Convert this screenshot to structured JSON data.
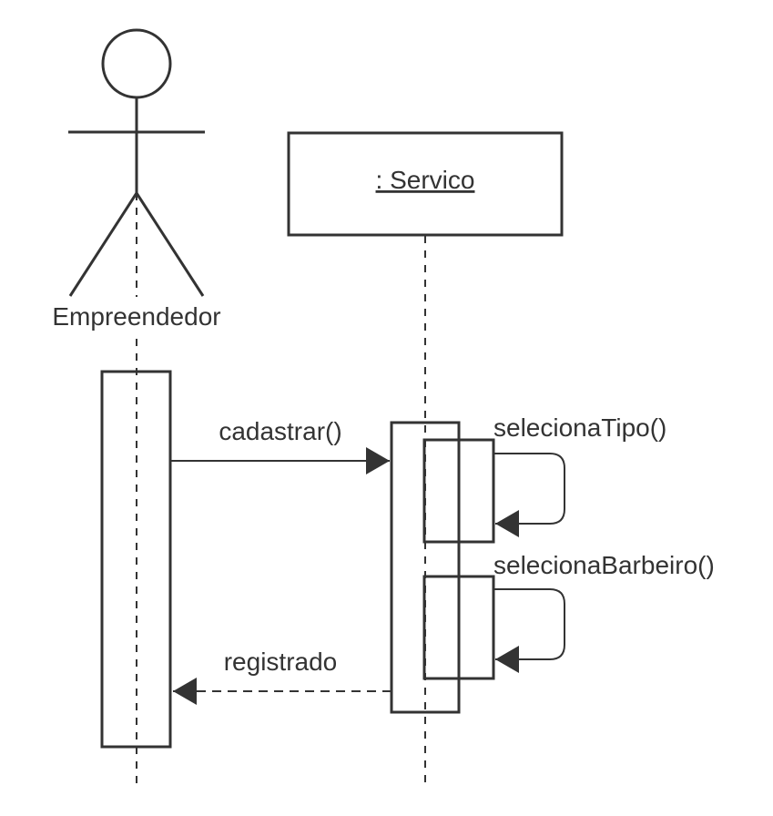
{
  "actor": {
    "name": "Empreendedor"
  },
  "object": {
    "label": ": Servico"
  },
  "messages": [
    {
      "label": "cadastrar()",
      "kind": "sync"
    },
    {
      "label": "selecionaTipo()",
      "kind": "self"
    },
    {
      "label": "selecionaBarbeiro()",
      "kind": "self"
    },
    {
      "label": "registrado",
      "kind": "return"
    }
  ],
  "colors": {
    "line": "#333333",
    "background": "#ffffff"
  }
}
